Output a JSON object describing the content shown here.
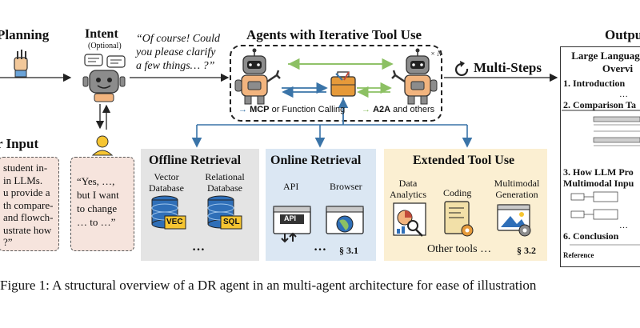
{
  "planning": {
    "title": "Planning"
  },
  "intent": {
    "title": "Intent",
    "subtitle": "(Optional)"
  },
  "clarify_quote": {
    "lines": [
      "“Of course! Could",
      "you please clarify",
      "a few things… ?”"
    ]
  },
  "agents": {
    "title": "Agents with Iterative Tool Use",
    "mcp_bold": "MCP",
    "mcp_rest": "or Function Calling",
    "a2a_bold": "A2A",
    "a2a_rest": "and others",
    "multiplier": "× N"
  },
  "multi_steps": {
    "label": "Multi-Steps"
  },
  "user_input": {
    "title": "r Input",
    "lines": [
      "student in-",
      "in LLMs.",
      "u provide a",
      "th compare-",
      "and flowch-",
      "ustrate how",
      "?”"
    ]
  },
  "user_reply": {
    "lines": [
      "“Yes, …,",
      "but I want",
      "to change",
      "… to …”"
    ]
  },
  "offline": {
    "title": "Offline Retrieval",
    "vector_label": [
      "Vector",
      "Database"
    ],
    "relational_label": [
      "Relational",
      "Database"
    ],
    "vec_tag": "VEC",
    "sql_tag": "SQL",
    "more": "…"
  },
  "online": {
    "title": "Online Retrieval",
    "api_label": "API",
    "browser_label": "Browser",
    "api_icon_text": "API",
    "more": "…",
    "section": "§ 3.1"
  },
  "extended": {
    "title": "Extended Tool Use",
    "data_label": [
      "Data",
      "Analytics"
    ],
    "coding_label": "Coding",
    "multimodal_label": [
      "Multimodal",
      "Generation"
    ],
    "other_tools": "Other tools …",
    "section": "§ 3.2"
  },
  "output": {
    "title": "Outpu",
    "doc_title": [
      "Large Languag",
      "Overvi"
    ],
    "sections": [
      "1. Introduction",
      "2. Comparison Ta",
      "3. How LLM Pro",
      "Multimodal Inpu",
      "6. Conclusion",
      "Reference"
    ],
    "ellipsis": "…"
  },
  "caption": "Figure 1: A structural overview of a DR agent in an multi-agent architecture for ease of illustration",
  "colors": {
    "offline_bg": "#e4e4e4",
    "online_bg": "#dbe7f3",
    "extended_bg": "#fbefd2",
    "input_bg": "#f6e4dd",
    "blue_arrow": "#3a74a8",
    "green_arrow": "#8cc063",
    "robot_gray": "#8c8c8c",
    "robot_orange": "#f2b47e"
  }
}
